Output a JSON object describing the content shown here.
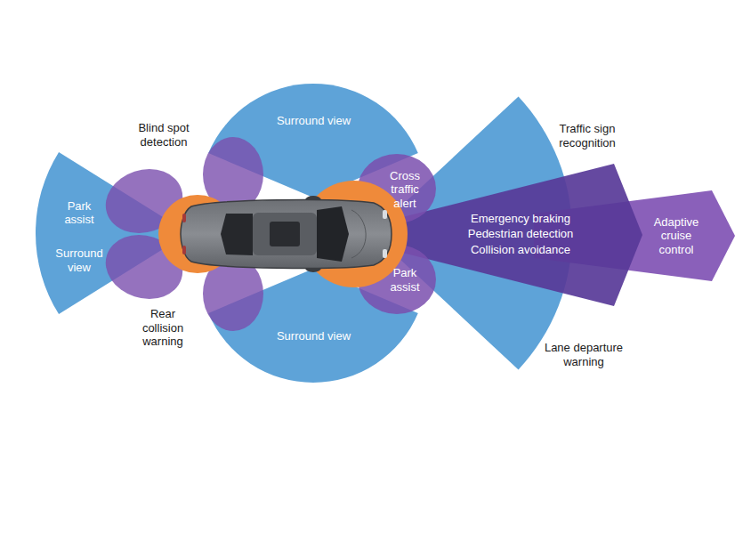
{
  "diagram": {
    "nodes": [
      {
        "text": [
          "Surround view"
        ]
      },
      {
        "text": [
          "Park assist",
          "Surround view"
        ]
      },
      {
        "text": [
          "Cross traffic alert"
        ]
      },
      {
        "text": [
          "Park assist"
        ]
      },
      {
        "text": [
          "Emergency braking",
          "Pedestrian detection",
          "Collision avoidance"
        ]
      },
      {
        "text": [
          "Adaptive cruise control"
        ]
      },
      {
        "text": [
          "Surround view"
        ]
      }
    ],
    "labels": [
      "Blind spot detection",
      "Traffic sign recognition",
      "Rear collision warning",
      "Lane departure warning"
    ]
  }
}
